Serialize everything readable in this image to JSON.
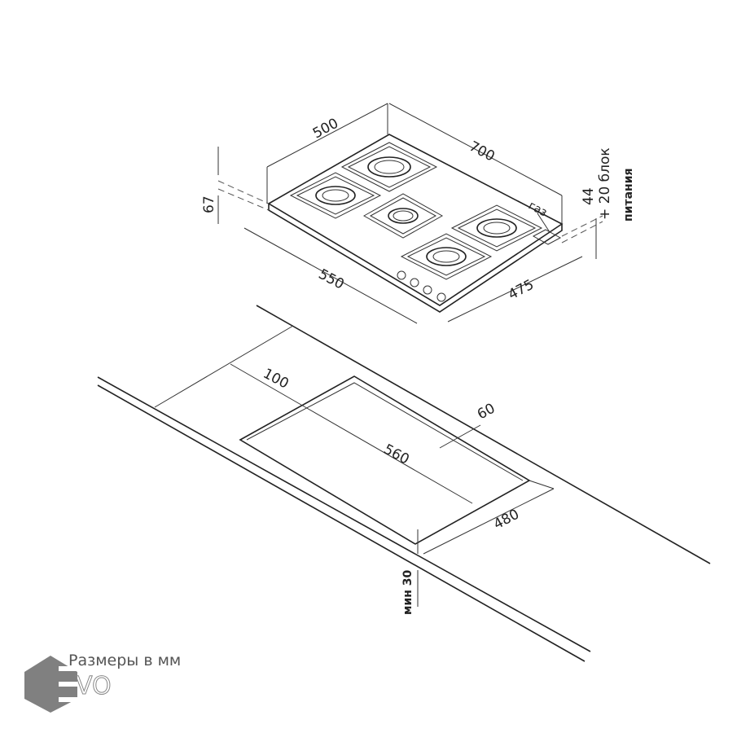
{
  "dimensions": {
    "hob_depth": "500",
    "hob_width": "700",
    "hob_height": "67",
    "cutout_depth_under": "550",
    "hob_side": "475",
    "gas_label": "газ",
    "gas_height": "44",
    "power_offset": "+ 20 блок",
    "power_label": "питания",
    "back_offset": "100",
    "cutout_width": "560",
    "front_offset": "60",
    "cutout_depth": "480",
    "min_thickness": "мин 30"
  },
  "caption": "Размеры в мм",
  "logo": {
    "text": "EVO",
    "color": "#808080"
  }
}
